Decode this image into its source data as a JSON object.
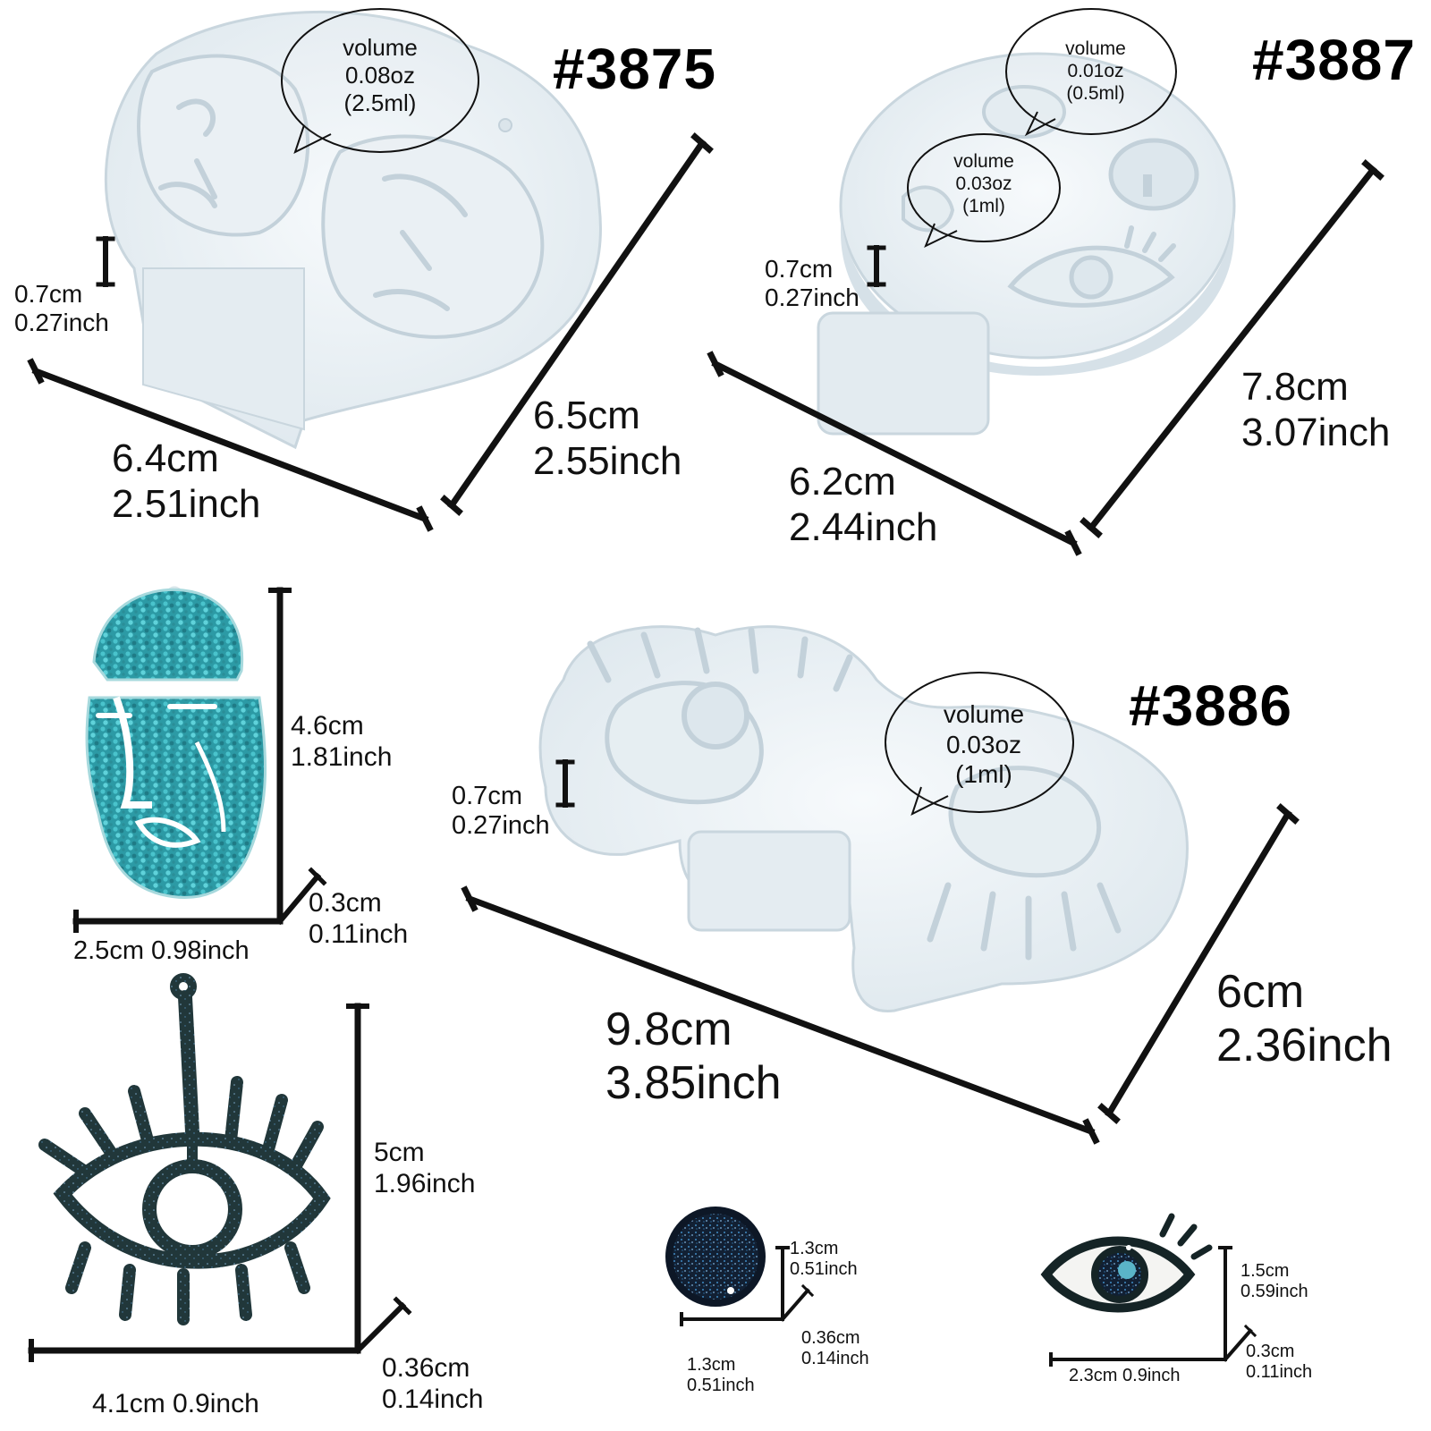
{
  "colors": {
    "mold": "#eef3f6",
    "mold_shadow": "#cfdbe2",
    "line": "#111111",
    "glitter_teal": "#2aa3ad",
    "glitter_dark": "#1f3a3c",
    "glitter_navy": "#14243a"
  },
  "molds": [
    {
      "model": "#3875",
      "volume": "volume\n0.08oz\n(2.5ml)",
      "thickness": "0.7cm\n0.27inch",
      "width": "6.4cm\n2.51inch",
      "height": "6.5cm\n2.55inch"
    },
    {
      "model": "#3887",
      "volume_a": "volume\n0.01oz\n(0.5ml)",
      "volume_b": "volume\n0.03oz\n(1ml)",
      "thickness": "0.7cm\n0.27inch",
      "width": "6.2cm\n2.44inch",
      "height": "7.8cm\n3.07inch"
    },
    {
      "model": "#3886",
      "volume": "volume\n0.03oz\n(1ml)",
      "thickness": "0.7cm\n0.27inch",
      "width": "9.8cm\n3.85inch",
      "height": "6cm\n2.36inch"
    }
  ],
  "pendants": [
    {
      "name": "face",
      "height": "4.6cm\n1.81inch",
      "depth": "0.3cm\n0.11inch",
      "width": "2.5cm 0.98inch"
    },
    {
      "name": "eye-lashes",
      "height": "5cm\n1.96inch",
      "depth": "0.36cm\n0.14inch",
      "width": "4.1cm 0.9inch"
    },
    {
      "name": "round",
      "height": "1.3cm\n0.51inch",
      "depth": "0.36cm\n0.14inch",
      "width": "1.3cm\n0.51inch"
    },
    {
      "name": "small-eye",
      "height": "1.5cm\n0.59inch",
      "depth": "0.3cm\n0.11inch",
      "width": "2.3cm 0.9inch"
    }
  ]
}
